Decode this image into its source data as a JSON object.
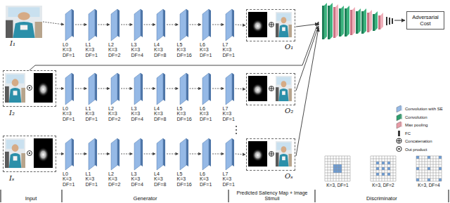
{
  "diagram": {
    "nodes": [
      {
        "text": [
          "I₁"
        ]
      },
      {
        "text": [
          "L0 K=3 DF=1"
        ]
      },
      {
        "text": [
          "L1 K=3 DF=1"
        ]
      },
      {
        "text": [
          "L2 K=3 DF=2"
        ]
      },
      {
        "text": [
          "L3 K=3 DF=4"
        ]
      },
      {
        "text": [
          "L4 K=3 DF=8"
        ]
      },
      {
        "text": [
          "L5 K=3 DF=16"
        ]
      },
      {
        "text": [
          "L6 K=3 DF=1"
        ]
      },
      {
        "text": [
          "L7 K=3 DF=1"
        ]
      },
      {
        "text": [
          "O₁"
        ]
      },
      {
        "text": [
          "I₂"
        ]
      },
      {
        "text": [
          "L0 K=3 DF=1"
        ]
      },
      {
        "text": [
          "L1 K=3 DF=1"
        ]
      },
      {
        "text": [
          "L2 K=3 DF=2"
        ]
      },
      {
        "text": [
          "L3 K=3 DF=4"
        ]
      },
      {
        "text": [
          "L4 K=3 DF=8"
        ]
      },
      {
        "text": [
          "L5 K=3 DF=16"
        ]
      },
      {
        "text": [
          "L6 K=3 DF=1"
        ]
      },
      {
        "text": [
          "L7 K=3 DF=1"
        ]
      },
      {
        "text": [
          "O₂"
        ]
      },
      {
        "text": [
          "Iₛ"
        ]
      },
      {
        "text": [
          "L0 K=3 DF=1"
        ]
      },
      {
        "text": [
          "L1 K=3 DF=1"
        ]
      },
      {
        "text": [
          "L2 K=3 DF=2"
        ]
      },
      {
        "text": [
          "L3 K=3 DF=4"
        ]
      },
      {
        "text": [
          "L4 K=3 DF=8"
        ]
      },
      {
        "text": [
          "L5 K=3 DF=16"
        ]
      },
      {
        "text": [
          "L6 K=3 DF=1"
        ]
      },
      {
        "text": [
          "L7 K=3 DF=1"
        ]
      },
      {
        "text": [
          "Oₛ"
        ]
      },
      {
        "text": [
          "Adversarial Cost"
        ]
      }
    ],
    "edges": [
      {
        "from": 0,
        "to": 1,
        "arrow": "to"
      },
      {
        "from": 1,
        "to": 2,
        "arrow": "to"
      },
      {
        "from": 2,
        "to": 3,
        "arrow": "to"
      },
      {
        "from": 3,
        "to": 4,
        "arrow": "to"
      },
      {
        "from": 4,
        "to": 5,
        "arrow": "to"
      },
      {
        "from": 5,
        "to": 6,
        "arrow": "to"
      },
      {
        "from": 6,
        "to": 7,
        "arrow": "to"
      },
      {
        "from": 7,
        "to": 8,
        "arrow": "to"
      },
      {
        "from": 8,
        "to": 9,
        "arrow": "to"
      },
      {
        "from": 10,
        "to": 11,
        "arrow": "to"
      },
      {
        "from": 11,
        "to": 12,
        "arrow": "to"
      },
      {
        "from": 12,
        "to": 13,
        "arrow": "to"
      },
      {
        "from": 13,
        "to": 14,
        "arrow": "to"
      },
      {
        "from": 14,
        "to": 15,
        "arrow": "to"
      },
      {
        "from": 15,
        "to": 16,
        "arrow": "to"
      },
      {
        "from": 16,
        "to": 17,
        "arrow": "to"
      },
      {
        "from": 17,
        "to": 18,
        "arrow": "to"
      },
      {
        "from": 18,
        "to": 19,
        "arrow": "to"
      },
      {
        "from": 20,
        "to": 21,
        "arrow": "to"
      },
      {
        "from": 21,
        "to": 22,
        "arrow": "to"
      },
      {
        "from": 22,
        "to": 23,
        "arrow": "to"
      },
      {
        "from": 23,
        "to": 24,
        "arrow": "to"
      },
      {
        "from": 24,
        "to": 25,
        "arrow": "to"
      },
      {
        "from": 25,
        "to": 26,
        "arrow": "to"
      },
      {
        "from": 26,
        "to": 27,
        "arrow": "to"
      },
      {
        "from": 27,
        "to": 28,
        "arrow": "to"
      },
      {
        "from": 28,
        "to": 29,
        "arrow": "to"
      }
    ],
    "labels": [
      "K=3, DF=1",
      "K=3, DF=2",
      "K=3, DF=4",
      "Input",
      "Generator",
      "Predicted Saliency Map + Image Stimuli",
      "Discriminator"
    ],
    "legend": [
      {
        "text": "Convolution with SE",
        "color": "#95b9e6"
      },
      {
        "text": "Convolution",
        "color": "#2e9e6e"
      },
      {
        "text": "Max pooling",
        "color": "#e79aa5"
      },
      {
        "text": "FC",
        "color": "#3a3a3a"
      },
      {
        "text": "Concatenation"
      },
      {
        "text": "Out product"
      }
    ]
  }
}
